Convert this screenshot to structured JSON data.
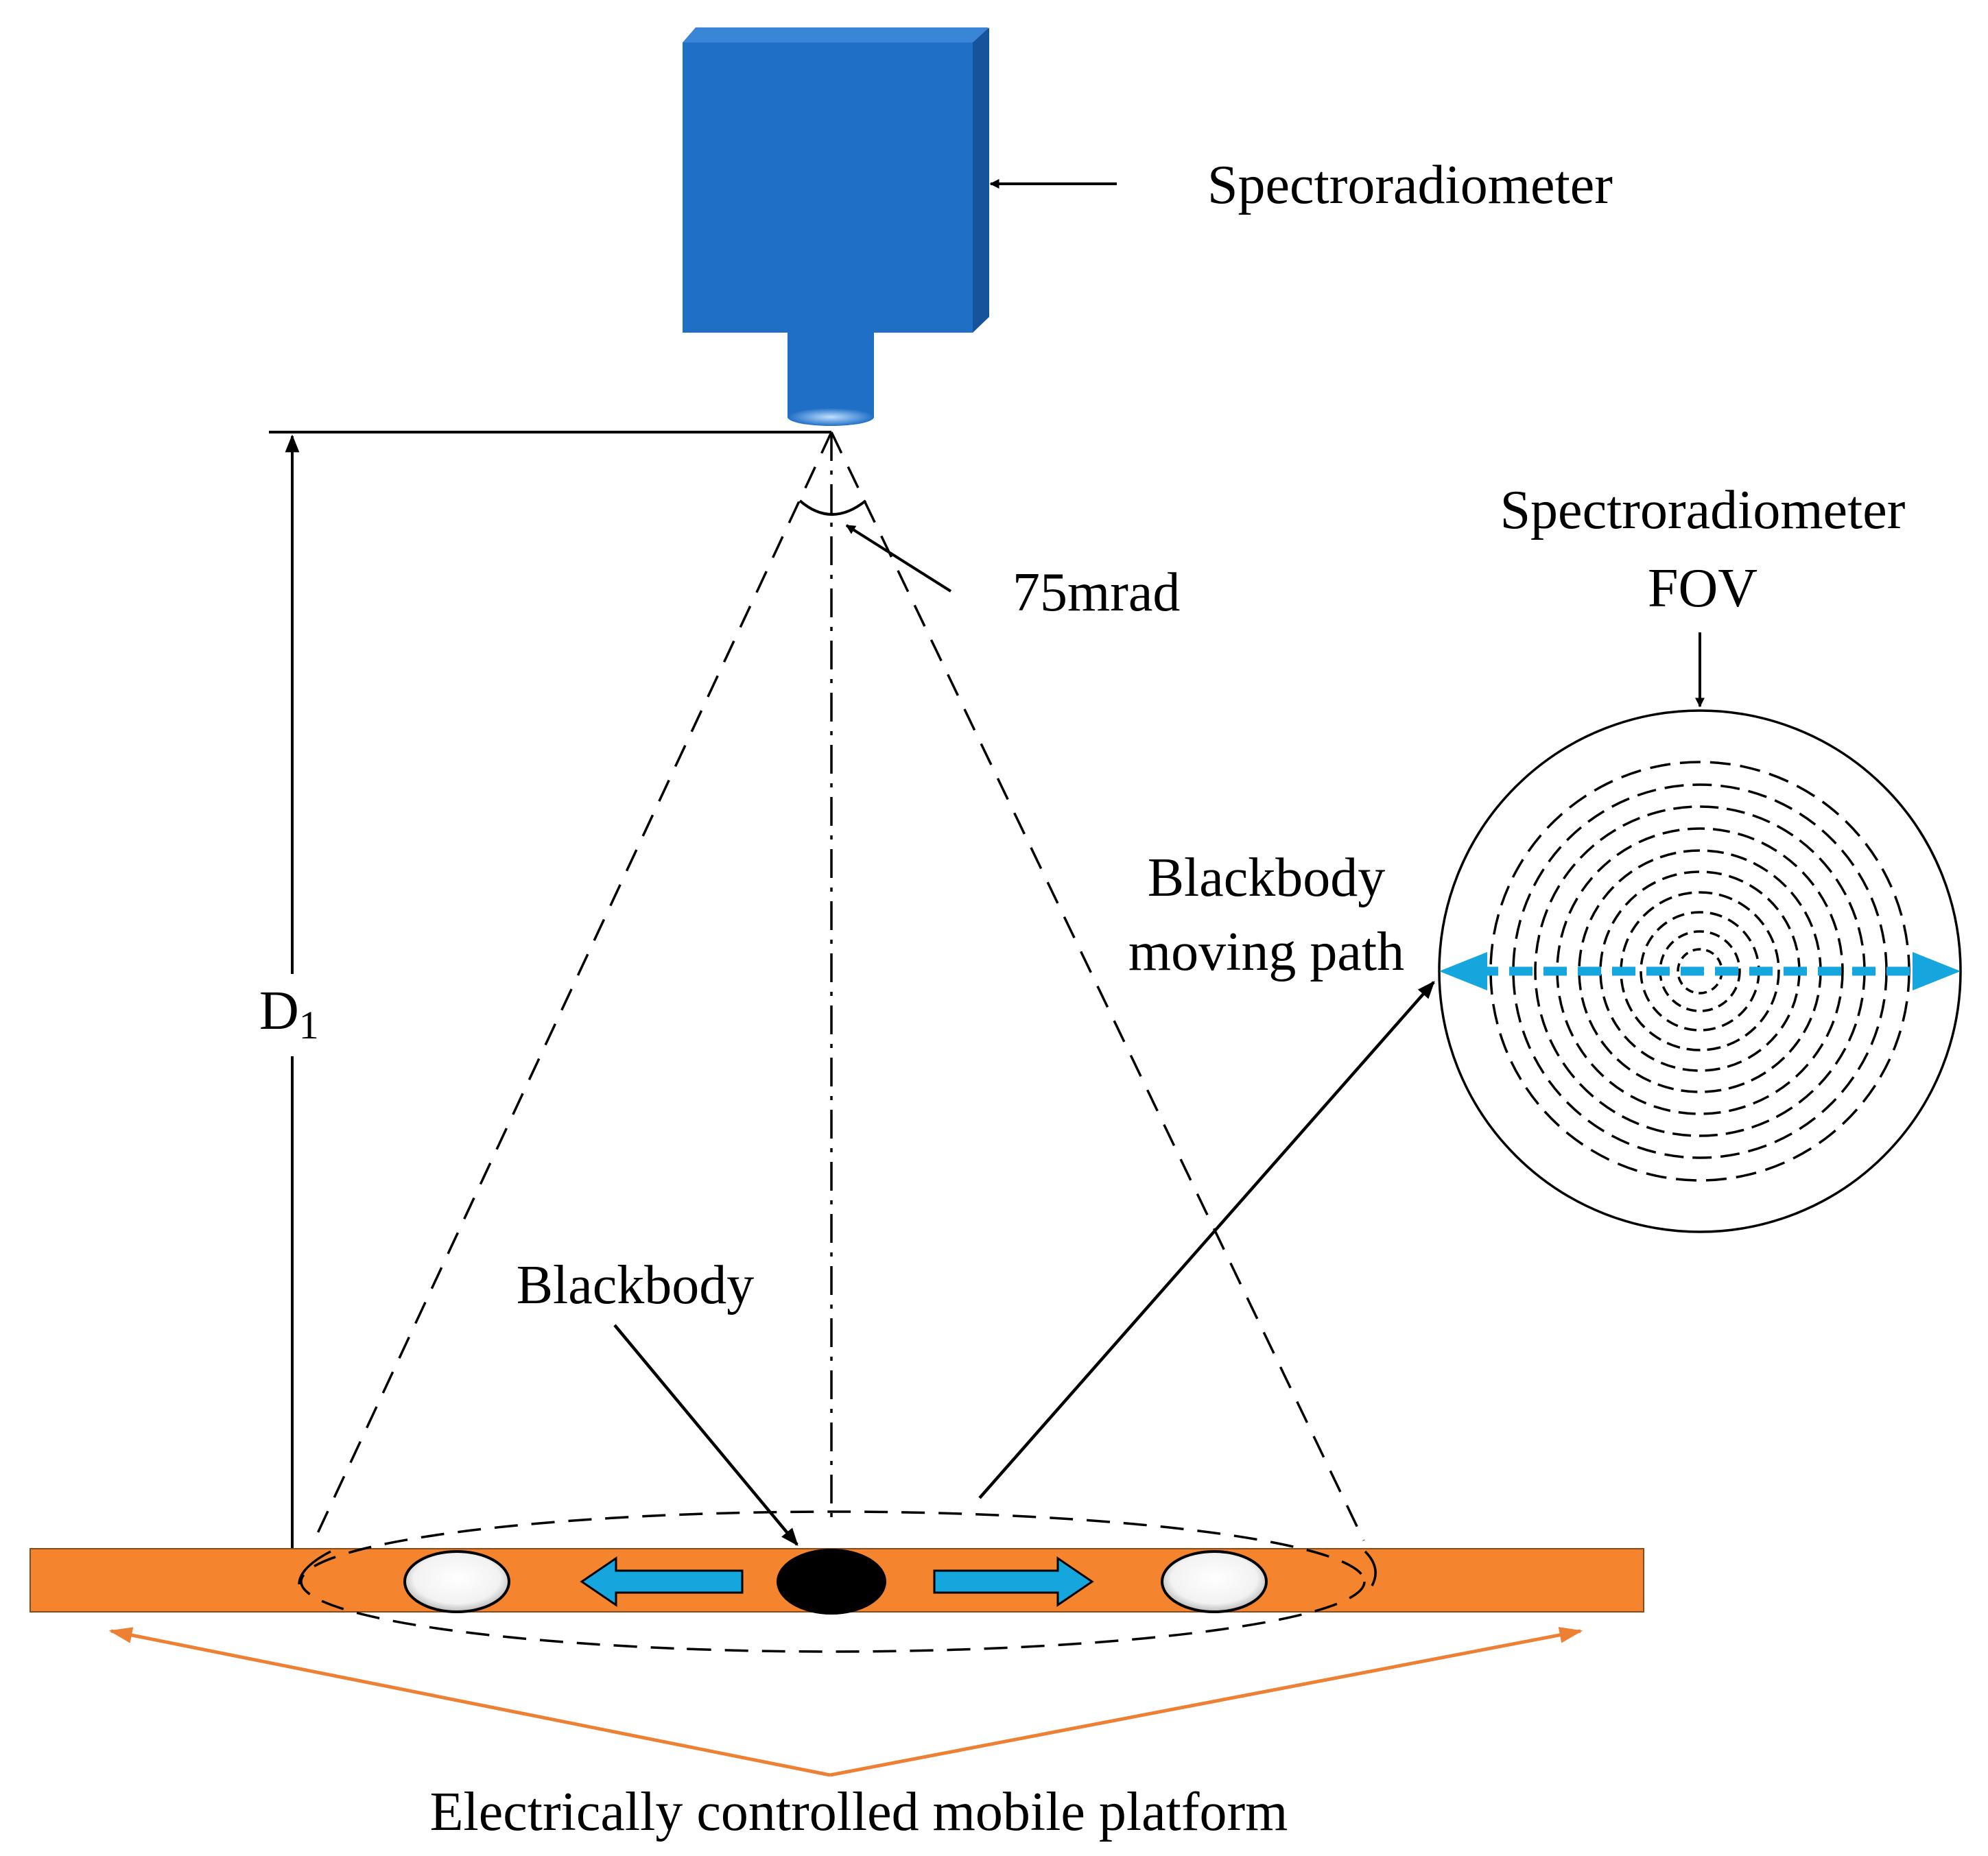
{
  "labels": {
    "spectroradiometer": "Spectroradiometer",
    "angle": "75mrad",
    "fov_line1": "Spectroradiometer",
    "fov_line2": "FOV",
    "moving_path_line1": "Blackbody",
    "moving_path_line2": "moving path",
    "distance_main": "D",
    "distance_sub": "1",
    "blackbody": "Blackbody",
    "platform": "Electrically controlled mobile platform"
  },
  "colors": {
    "device_front": "#1f6fc6",
    "device_side": "#16539a",
    "device_top": "#3a86d6",
    "platform": "#f5842e",
    "platform_arrow": "#ee8034",
    "motion_arrow": "#14a6dc",
    "line": "#000000"
  },
  "icons": {
    "device": "spectroradiometer-box",
    "lens": "lens-cylinder",
    "blackbody": "black-ellipse",
    "empty_slot": "white-ellipse"
  }
}
